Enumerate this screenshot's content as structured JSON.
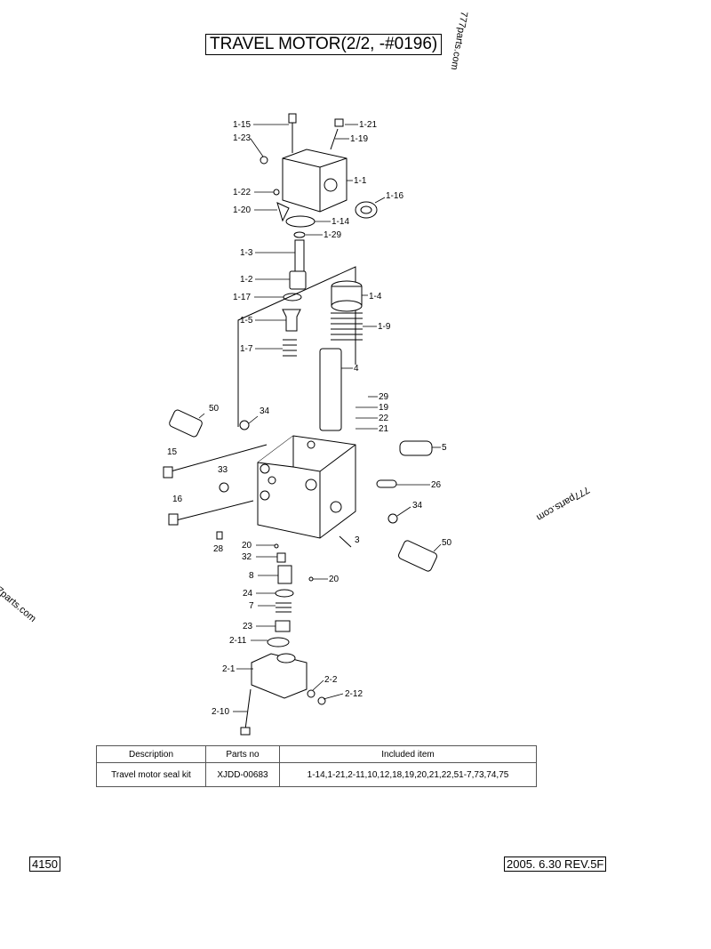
{
  "title": "TRAVEL MOTOR(2/2, -#0196)",
  "watermark": "777parts.com",
  "callouts": [
    "1-15",
    "1-21",
    "1-23",
    "1-19",
    "1-1",
    "1-16",
    "1-22",
    "1-20",
    "1-14",
    "1-29",
    "1-3",
    "1-2",
    "1-17",
    "1-4",
    "1-5",
    "1-9",
    "1-7",
    "4",
    "29",
    "19",
    "22",
    "21",
    "50",
    "34",
    "5",
    "15",
    "33",
    "26",
    "16",
    "34",
    "28",
    "20",
    "3",
    "50",
    "32",
    "8",
    "20",
    "24",
    "7",
    "23",
    "2-11",
    "2-1",
    "2-2",
    "2-12",
    "2-10"
  ],
  "table": {
    "headers": [
      "Description",
      "Parts no",
      "Included item"
    ],
    "rows": [
      [
        "Travel motor seal kit",
        "XJDD-00683",
        "1-14,1-21,2-11,10,12,18,19,20,21,22,51-7,73,74,75"
      ]
    ]
  },
  "footer": {
    "page": "4150",
    "revision": "2005. 6.30  REV.5F"
  }
}
